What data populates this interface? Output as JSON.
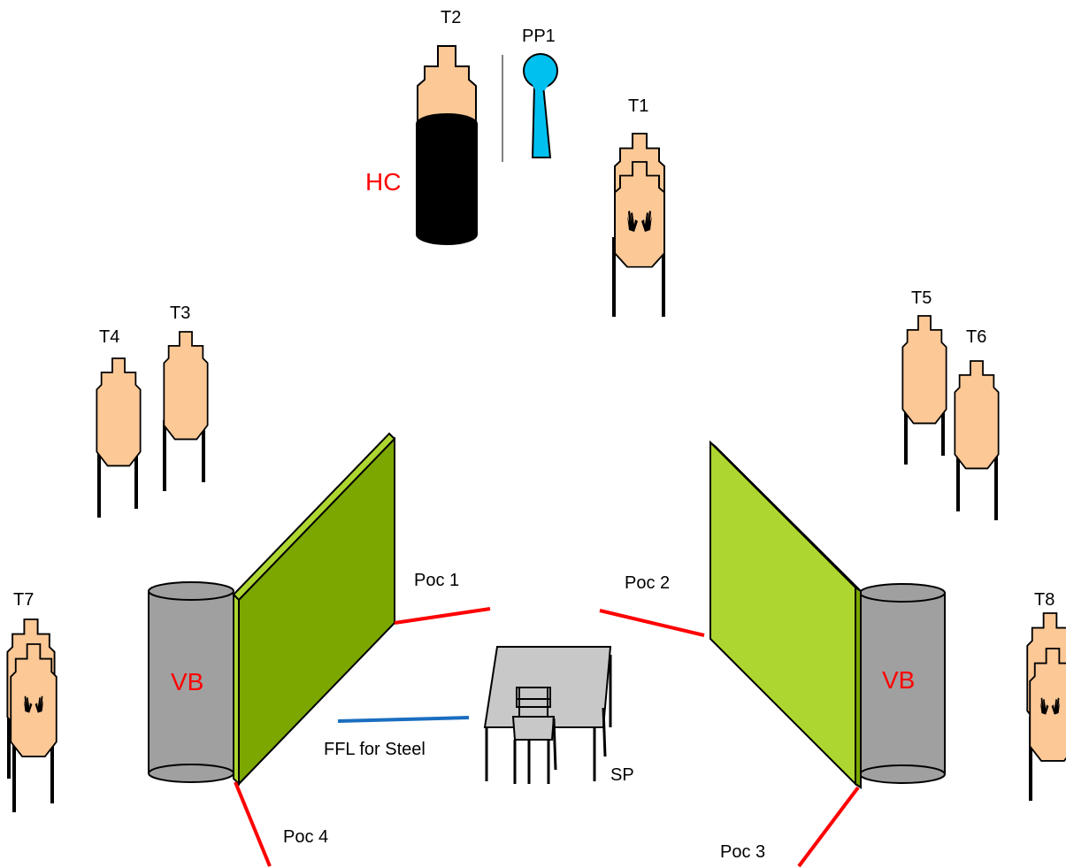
{
  "colors": {
    "target_fill": "#fcc896",
    "no_shoot_fill": "#fcc896",
    "popper_fill": "#00c0f0",
    "hard_cover": "#000000",
    "wall_dark": "#7ca600",
    "wall_light": "#aed630",
    "barrel": "#a0a0a0",
    "table": "#c8c8c8",
    "poc_line": "#ff0000",
    "ffl_line": "#1a6ec0",
    "label_red": "#ff0000"
  },
  "labels": {
    "t1": "T1",
    "t2": "T2",
    "t3": "T3",
    "t4": "T4",
    "t5": "T5",
    "t6": "T6",
    "t7": "T7",
    "t8": "T8",
    "pp1": "PP1",
    "hc": "HC",
    "vb_left": "VB",
    "vb_right": "VB",
    "poc1": "Poc 1",
    "poc2": "Poc 2",
    "poc3": "Poc 3",
    "poc4": "Poc 4",
    "ffl": "FFL for Steel",
    "sp": "SP"
  },
  "icons": {
    "no_shoot_marker": "hands-icon",
    "target": "ipsc-target-icon",
    "popper": "popper-icon",
    "chair": "chair-icon",
    "table": "table-icon"
  }
}
